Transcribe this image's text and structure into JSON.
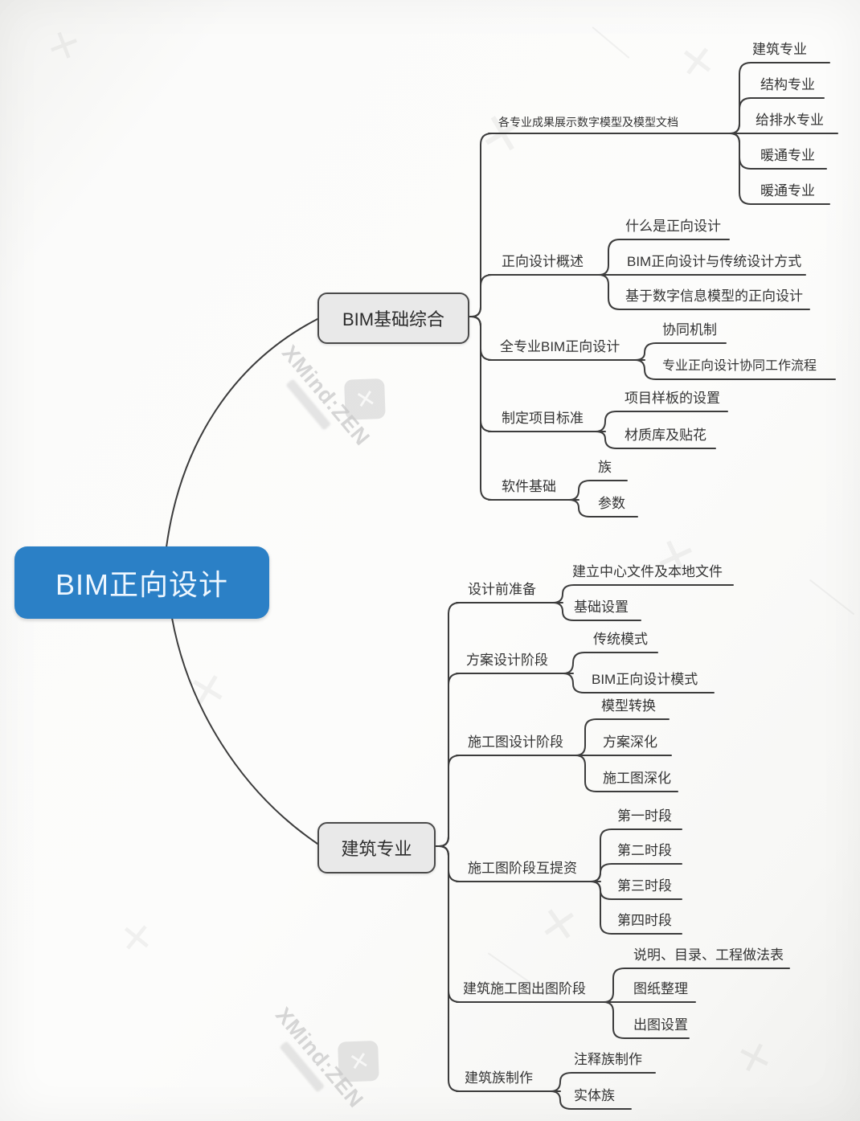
{
  "map": {
    "root_label": "BIM正向设计",
    "branch1": {
      "label": "BIM基础综合",
      "topics": [
        {
          "label": "各专业成果展示数字模型及模型文档",
          "subs": [
            "建筑专业",
            "结构专业",
            "给排水专业",
            "暖通专业",
            "暖通专业"
          ]
        },
        {
          "label": "正向设计概述",
          "subs": [
            "什么是正向设计",
            "BIM正向设计与传统设计方式",
            "基于数字信息模型的正向设计"
          ]
        },
        {
          "label": "全专业BIM正向设计",
          "subs": [
            "协同机制",
            "专业正向设计协同工作流程"
          ]
        },
        {
          "label": "制定项目标准",
          "subs": [
            "项目样板的设置",
            "材质库及贴花"
          ]
        },
        {
          "label": "软件基础",
          "subs": [
            "族",
            "参数"
          ]
        }
      ]
    },
    "branch2": {
      "label": "建筑专业",
      "topics": [
        {
          "label": "设计前准备",
          "subs": [
            "建立中心文件及本地文件",
            "基础设置"
          ]
        },
        {
          "label": "方案设计阶段",
          "subs": [
            "传统模式",
            "BIM正向设计模式"
          ]
        },
        {
          "label": "施工图设计阶段",
          "subs": [
            "模型转换",
            "方案深化",
            "施工图深化"
          ]
        },
        {
          "label": "施工图阶段互提资",
          "subs": [
            "第一时段",
            "第二时段",
            "第三时段",
            "第四时段"
          ]
        },
        {
          "label": "建筑施工图出图阶段",
          "subs": [
            "说明、目录、工程做法表",
            "图纸整理",
            "出图设置"
          ]
        },
        {
          "label": "建筑族制作",
          "subs": [
            "注释族制作",
            "实体族"
          ]
        }
      ]
    }
  },
  "watermark": {
    "brand": "XMind:ZEN"
  },
  "colors": {
    "root_bg": "#2b80c6",
    "root_text": "#eef7ff",
    "node_bg": "#e9e9e9",
    "node_border": "#4a4a4a",
    "line": "#3c3c3c",
    "text": "#333333",
    "watermark": "#c9c9c9"
  }
}
